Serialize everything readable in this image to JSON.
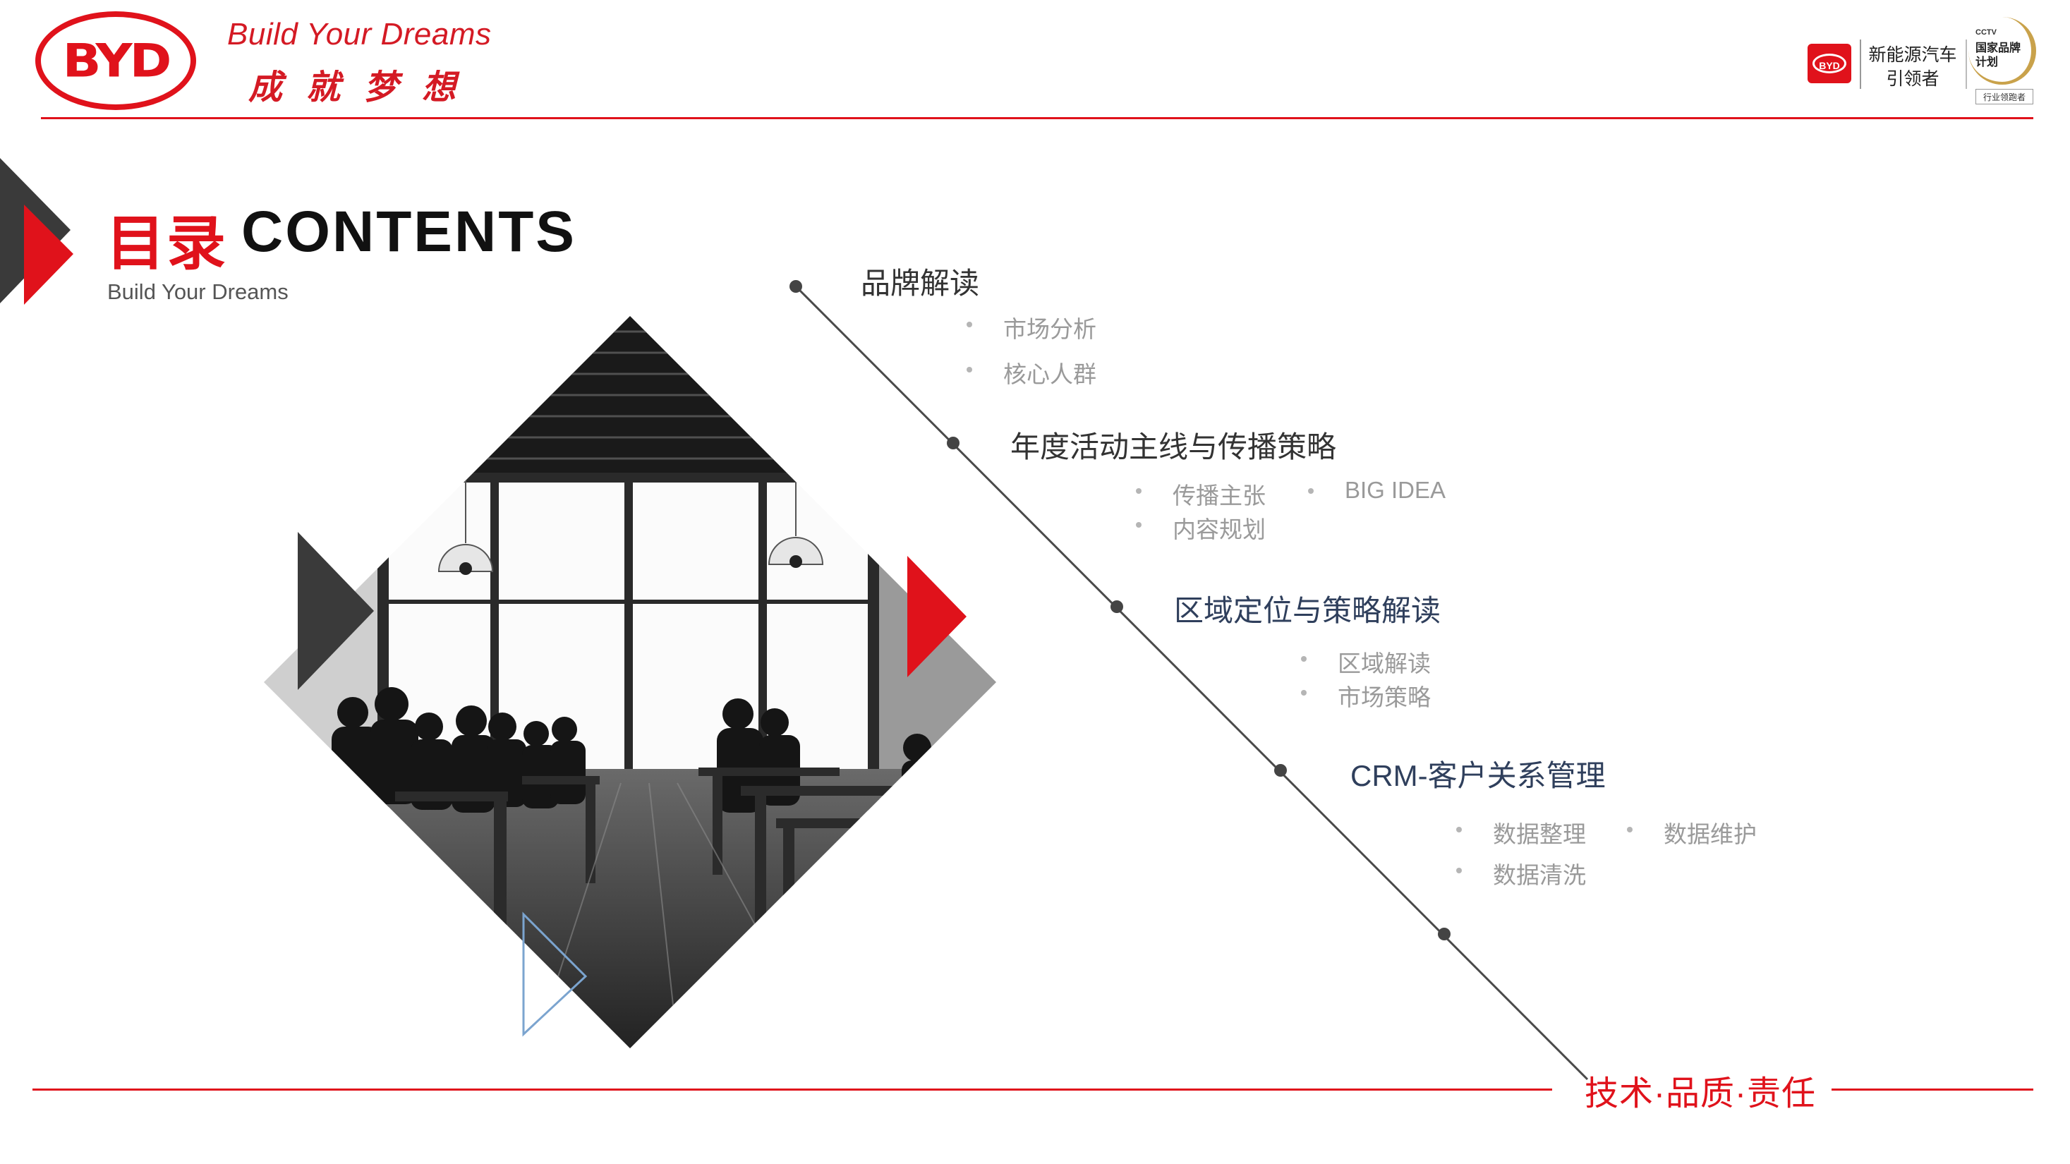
{
  "header": {
    "logo_text": "BYD",
    "slogan_en": "Build Your Dreams",
    "slogan_cn": "成就梦想",
    "badge": {
      "logo_text": "BYD",
      "line1": "新能源汽车",
      "line2": "引领者",
      "medal_cctv": "CCTV",
      "medal_line1": "国家品牌",
      "medal_line2": "计划",
      "medal_footer": "行业领跑者"
    }
  },
  "title": {
    "cn": "目录",
    "en": "CONTENTS",
    "subtitle": "Build Your Dreams"
  },
  "sections": [
    {
      "title": "品牌解读",
      "items": [
        "市场分析",
        "核心人群"
      ]
    },
    {
      "title": "年度活动主线与传播策略",
      "items": [
        "传播主张",
        "BIG IDEA",
        "内容规划"
      ]
    },
    {
      "title": "区域定位与策略解读",
      "items": [
        "区域解读",
        "市场策略"
      ]
    },
    {
      "title": "CRM-客户关系管理",
      "items": [
        "数据整理",
        "数据维护",
        "数据清洗"
      ]
    }
  ],
  "footer": {
    "tagline": "技术·品质·责任"
  },
  "colors": {
    "brand_red": "#e0121b",
    "dark_gray": "#3a3a3a",
    "navy_text": "#2f3f5c",
    "light_gray_text": "#9a9a9a"
  }
}
